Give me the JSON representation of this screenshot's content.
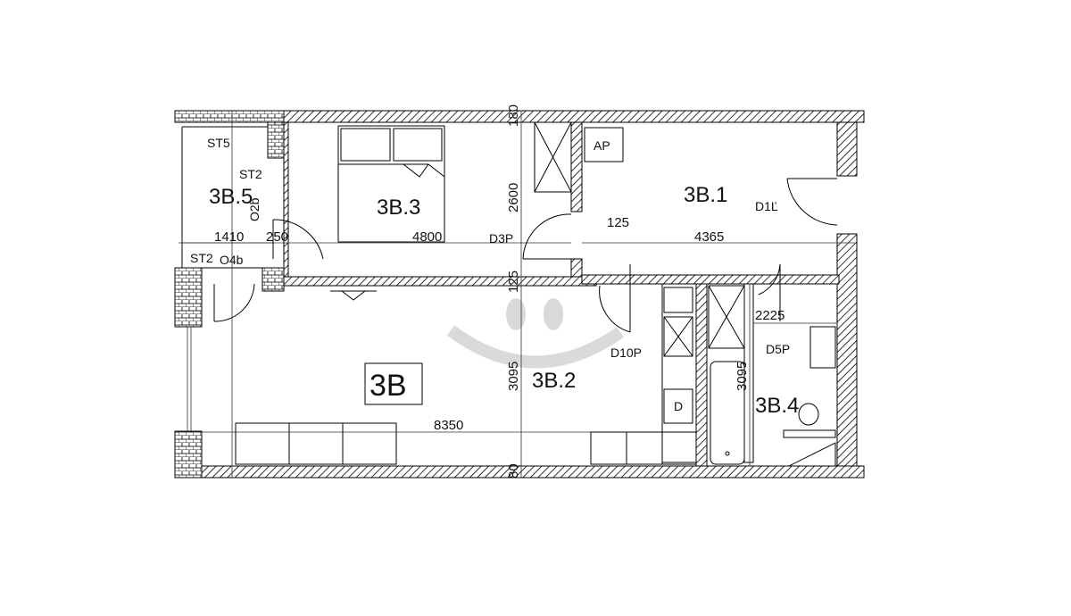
{
  "plan": {
    "unit_label": "3B",
    "rooms": {
      "r1": "3B.1",
      "r2": "3B.2",
      "r3": "3B.3",
      "r4": "3B.4",
      "r5": "3B.5"
    },
    "codes": {
      "ap": "AP",
      "st5": "ST5",
      "st2_a": "ST2",
      "st2_b": "ST2",
      "o2b": "O2b",
      "o4b": "O4b",
      "d3p": "D3P",
      "d1l": "D1Ľ",
      "d10p": "D10P",
      "d5p": "D5P",
      "d_box": "D"
    },
    "dimensions": {
      "w1410": "1410",
      "w250": "250",
      "w4800": "4800",
      "w4365": "4365",
      "w8350": "8350",
      "w125": "125",
      "w2225": "2225",
      "h2600": "2600",
      "h3095_a": "3095",
      "h3095_b": "3095",
      "h125": "125",
      "h180": "180",
      "h80": "80"
    }
  }
}
